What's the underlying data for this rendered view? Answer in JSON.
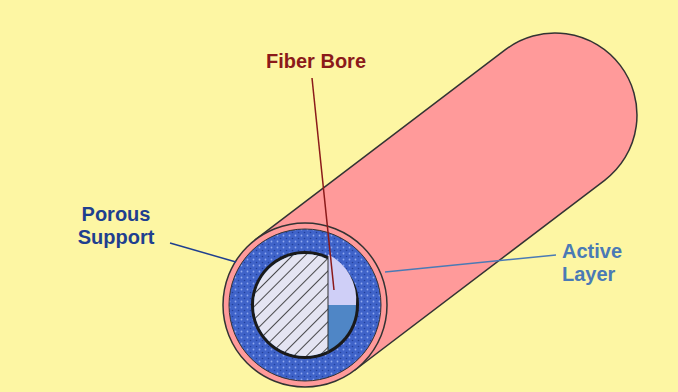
{
  "diagram": {
    "labels": [
      "Fiber Bore",
      "Porous Support",
      "Active Layer"
    ]
  }
}
